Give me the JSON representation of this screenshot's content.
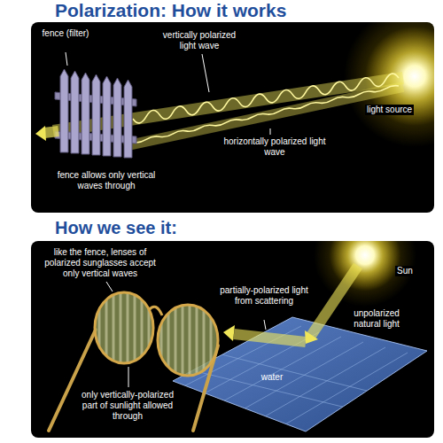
{
  "diagram": {
    "title": "Polarization: How it works",
    "labels": [
      "fence (filter)",
      "vertically polarized light wave",
      "light source",
      "horizontally polarized light wave",
      "fence allows only vertical waves through",
      "How we see it:",
      "like the fence, lenses of polarized sunglasses accept only vertical waves",
      "Sun",
      "partially-polarized light from scattering",
      "unpolarized natural light",
      "water",
      "only vertically-polarized part of sunlight allowed through"
    ]
  }
}
